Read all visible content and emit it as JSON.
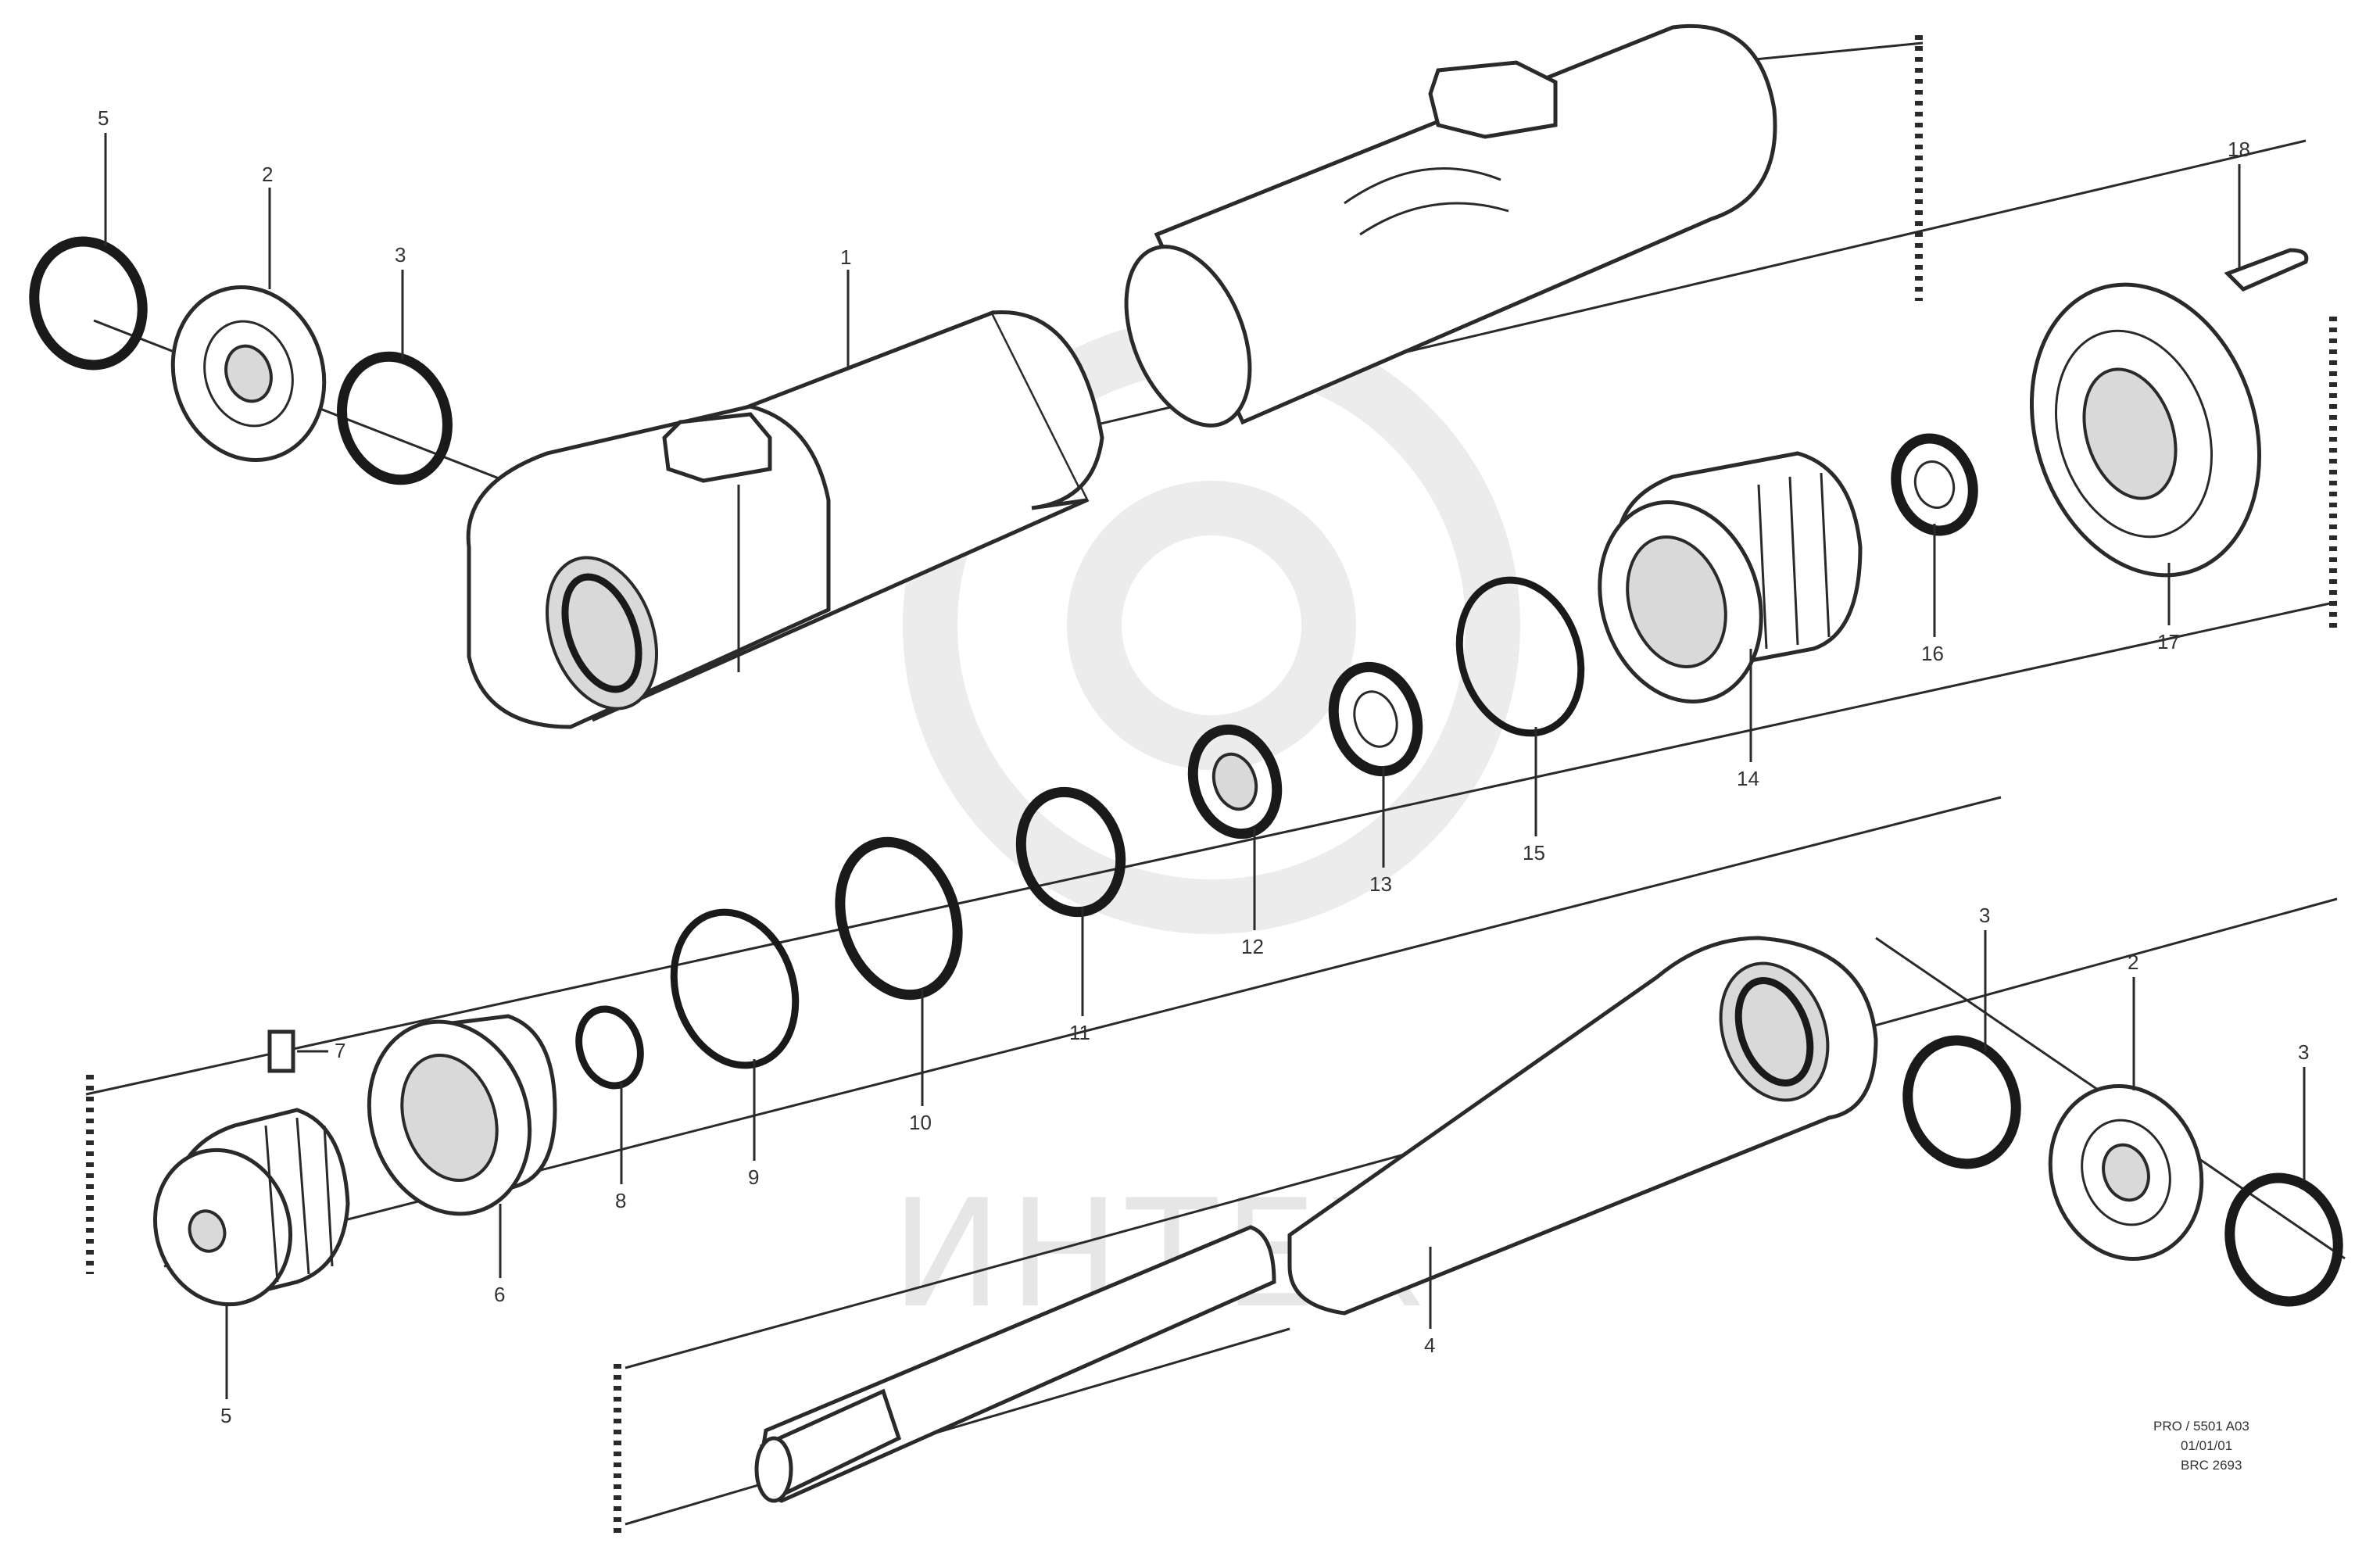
{
  "labels": {
    "ring_left_outer": "5",
    "bushing_left": "2",
    "ring_left_inner": "3",
    "cylinder_tube": "1",
    "pin_top_right": "18",
    "end_cap_right": "17",
    "washer_16": "16",
    "cylinder_head": "14",
    "oring_15": "15",
    "wiper_13": "13",
    "seal_12": "12",
    "ring_11": "11",
    "ring_10": "10",
    "oring_9": "9",
    "oring_8": "8",
    "piston": "6",
    "nut": "5",
    "grease_nipple": "7",
    "piston_rod": "4",
    "ring_right_inner": "3",
    "bushing_right": "2",
    "ring_right_outer": "3"
  },
  "reference_code": [
    "PRO / 5501 A03",
    "01/01/01",
    "BRC 2693"
  ],
  "watermark": "ИНТЕХ"
}
